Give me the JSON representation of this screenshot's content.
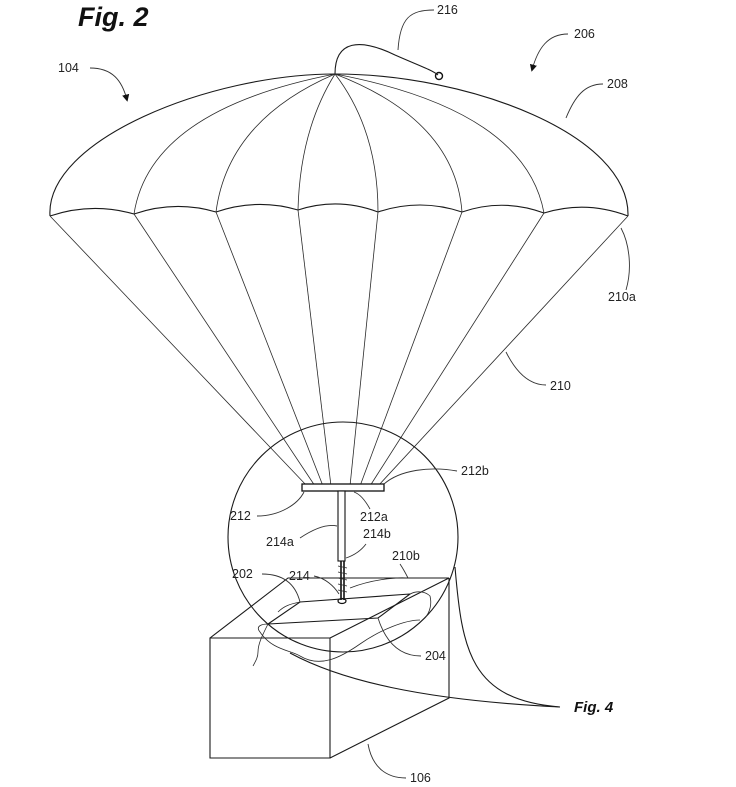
{
  "figure": {
    "title": "Fig. 2",
    "detail_ref": "Fig. 4"
  },
  "labels": {
    "l104": "104",
    "l216": "216",
    "l206": "206",
    "l208": "208",
    "l210a": "210a",
    "l210": "210",
    "l212b": "212b",
    "l212": "212",
    "l212a": "212a",
    "l214a": "214a",
    "l214b": "214b",
    "l210b": "210b",
    "l202": "202",
    "l214": "214",
    "l204": "204",
    "l106": "106"
  }
}
